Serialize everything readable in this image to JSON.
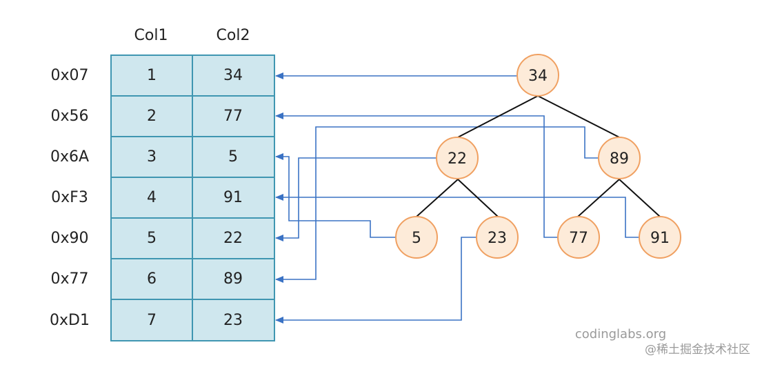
{
  "colors": {
    "cell_fill": "#cfe7ee",
    "cell_stroke": "#3f96b1",
    "node_fill": "#fdebd9",
    "node_stroke": "#f0a061",
    "arrow": "#3a72c4",
    "edge": "#111111"
  },
  "table": {
    "headers": [
      "Col1",
      "Col2"
    ],
    "rows": [
      {
        "addr": "0x07",
        "col1": "1",
        "col2": "34"
      },
      {
        "addr": "0x56",
        "col1": "2",
        "col2": "77"
      },
      {
        "addr": "0x6A",
        "col1": "3",
        "col2": "5"
      },
      {
        "addr": "0xF3",
        "col1": "4",
        "col2": "91"
      },
      {
        "addr": "0x90",
        "col1": "5",
        "col2": "22"
      },
      {
        "addr": "0x77",
        "col1": "6",
        "col2": "89"
      },
      {
        "addr": "0xD1",
        "col1": "7",
        "col2": "23"
      }
    ]
  },
  "tree": {
    "nodes": [
      {
        "id": "n34",
        "label": "34",
        "row_ref": 0
      },
      {
        "id": "n22",
        "label": "22",
        "row_ref": 4
      },
      {
        "id": "n89",
        "label": "89",
        "row_ref": 5
      },
      {
        "id": "n5",
        "label": "5",
        "row_ref": 2
      },
      {
        "id": "n23",
        "label": "23",
        "row_ref": 6
      },
      {
        "id": "n77",
        "label": "77",
        "row_ref": 1
      },
      {
        "id": "n91",
        "label": "91",
        "row_ref": 3
      }
    ],
    "edges": [
      [
        "n34",
        "n22"
      ],
      [
        "n34",
        "n89"
      ],
      [
        "n22",
        "n5"
      ],
      [
        "n22",
        "n23"
      ],
      [
        "n89",
        "n77"
      ],
      [
        "n89",
        "n91"
      ]
    ]
  },
  "watermarks": {
    "site": "codinglabs.org",
    "credit": "@稀土掘金技术社区"
  }
}
